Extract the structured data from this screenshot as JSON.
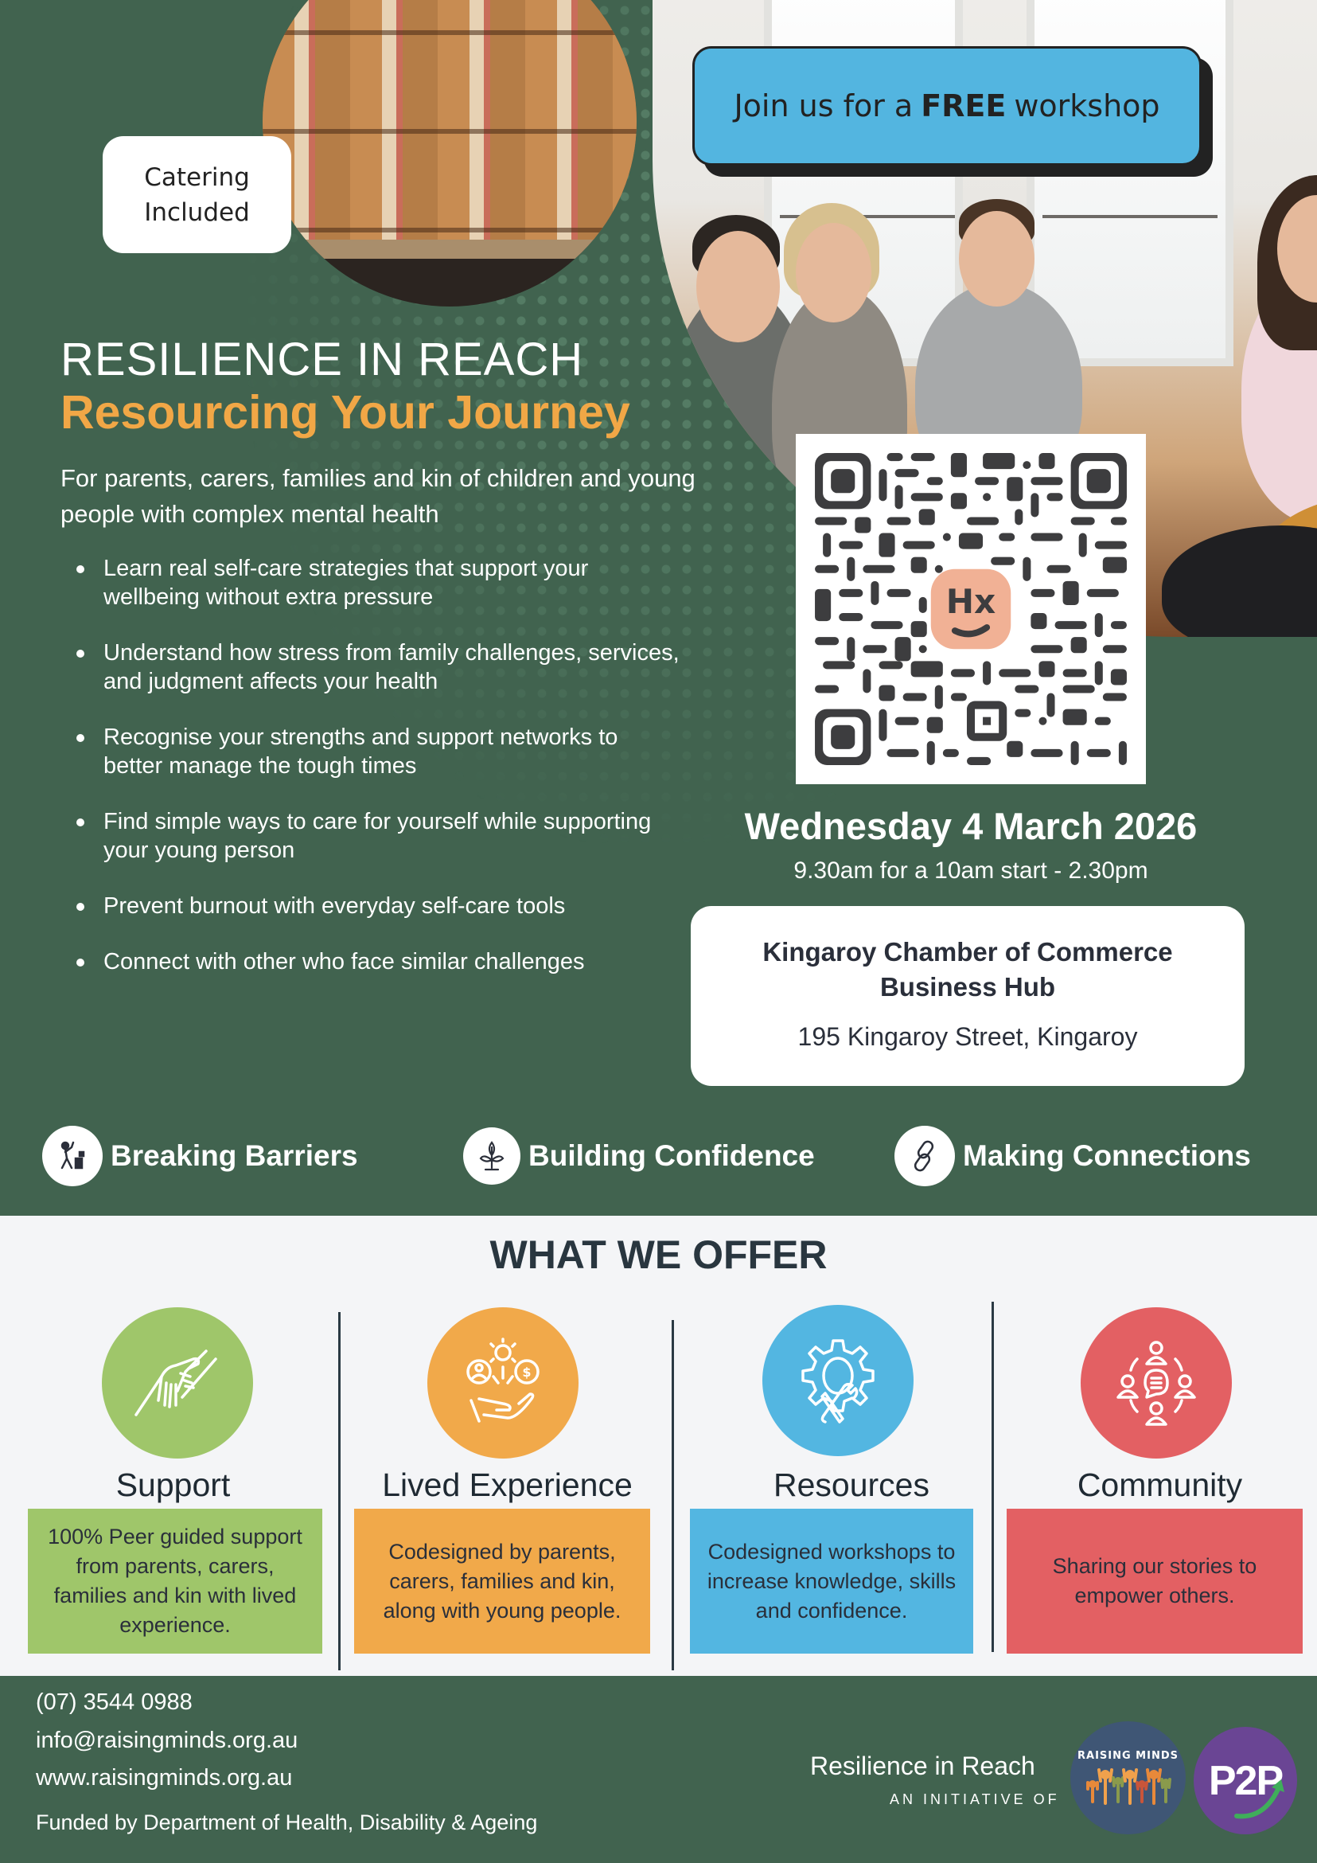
{
  "hero": {
    "catering_badge": {
      "line1": "Catering",
      "line2": "Included"
    },
    "join_banner": {
      "prefix": "Join us for a",
      "emphasis": "FREE",
      "suffix": "workshop"
    },
    "title": "RESILIENCE IN REACH",
    "subtitle": "Resourcing Your Journey",
    "lead": "For parents, carers, families and kin of children and young people with complex mental health",
    "bullets": [
      "Learn real self-care strategies that support your wellbeing without extra pressure",
      "Understand how stress from family challenges, services, and judgment affects your health",
      "Recognise your strengths and support networks to better manage the tough times",
      "Find simple ways to care for yourself while supporting your young person",
      "Prevent burnout with everyday self-care tools",
      "Connect with other who face similar challenges"
    ],
    "qr_logo_text": "Hx"
  },
  "event": {
    "date": "Wednesday 4 March 2026",
    "time": "9.30am for a 10am start - 2.30pm",
    "venue_name": "Kingaroy Chamber of Commerce Business Hub",
    "venue_address": "195 Kingaroy Street, Kingaroy"
  },
  "pillars": [
    {
      "label": "Breaking Barriers",
      "icon": "breaking-barriers-icon"
    },
    {
      "label": "Building Confidence",
      "icon": "sprout-icon"
    },
    {
      "label": "Making Connections",
      "icon": "chain-link-icon"
    }
  ],
  "offer": {
    "title": "WHAT WE OFFER",
    "items": [
      {
        "heading": "Support",
        "text": "100% Peer guided support from parents, carers, families and kin with lived experience.",
        "color": "#9fc66a",
        "icon": "helping-hands-icon"
      },
      {
        "heading": "Lived Experience",
        "text": "Codesigned by parents, carers, families and kin, along with young people.",
        "color": "#f1a94a",
        "icon": "hand-offering-icon"
      },
      {
        "heading": "Resources",
        "text": "Codesigned workshops to increase knowledge, skills and confidence.",
        "color": "#53b6e1",
        "icon": "gear-tools-icon"
      },
      {
        "heading": "Community",
        "text": "Sharing our stories to empower others.",
        "color": "#e36063",
        "icon": "community-icon"
      }
    ]
  },
  "footer": {
    "phone": "(07) 3544 0988",
    "email": "info@raisingminds.org.au",
    "website": "www.raisingminds.org.au",
    "funded_by": "Funded by Department of Health, Disability & Ageing",
    "initiative_title": "Resilience in Reach",
    "initiative_sub": "AN INITIATIVE OF",
    "logo_raising_minds": "RAISING MINDS",
    "logo_p2p": "P2P"
  },
  "colors": {
    "background_green": "#41634f",
    "accent_orange": "#f1a746",
    "banner_blue": "#53b5e0",
    "offer_bg": "#f4f5f7",
    "dark_text": "#29363f"
  }
}
